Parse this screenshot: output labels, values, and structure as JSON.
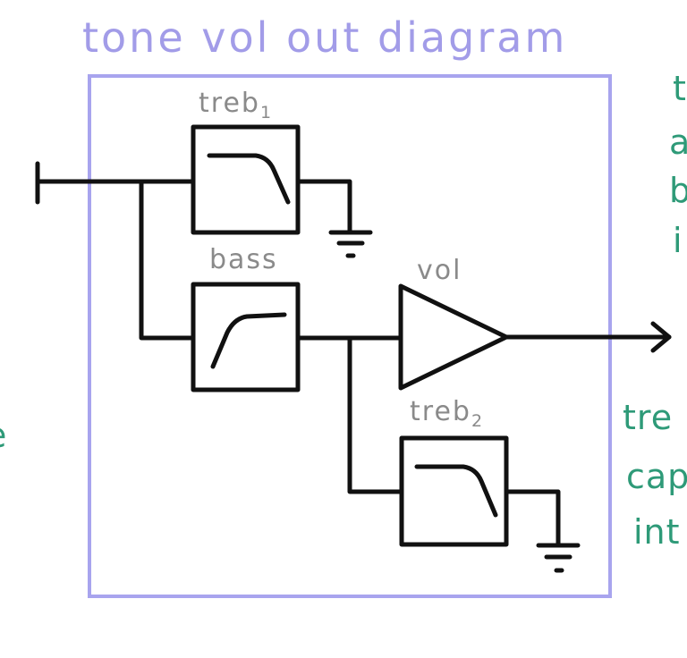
{
  "title": "tone vol out diagram",
  "blocks": {
    "treb1": {
      "label": "treb",
      "subscript": "1"
    },
    "bass": {
      "label": "bass"
    },
    "vol": {
      "label": "vol"
    },
    "treb2": {
      "label": "treb",
      "subscript": "2"
    }
  },
  "notes": {
    "right_top": [
      "t",
      "a",
      "b",
      "i"
    ],
    "right_bottom": [
      "tre",
      "cap",
      "int"
    ],
    "left_edge": [
      "e",
      "("
    ]
  },
  "colors": {
    "frame": "#a8a4ee",
    "title": "#a29ce8",
    "ink": "#111111",
    "labels": "#8a8a8a",
    "notes": "#2e9a78"
  }
}
